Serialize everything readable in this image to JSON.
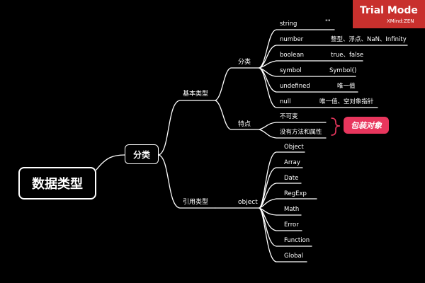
{
  "root": {
    "label": "数据类型"
  },
  "main": {
    "label": "分类"
  },
  "branches": {
    "basic": "基本类型",
    "reference": "引用类型"
  },
  "basic": {
    "category_label": "分类",
    "feature_label": "特点",
    "types": [
      {
        "name": "string",
        "value": "\"\""
      },
      {
        "name": "number",
        "value": "整型、浮点、NaN、Infinity"
      },
      {
        "name": "boolean",
        "value": "true、false"
      },
      {
        "name": "symbol",
        "value": "Symbol()"
      },
      {
        "name": "undefined",
        "value": "唯一值"
      },
      {
        "name": "null",
        "value": "唯一值、空对象指针"
      }
    ],
    "features": [
      "不可变",
      "没有方法和属性"
    ],
    "callout": "包装对象"
  },
  "reference": {
    "node": "object",
    "items": [
      "Object",
      "Array",
      "Date",
      "RegExp",
      "Math",
      "Error",
      "Function",
      "Global"
    ]
  },
  "watermark": {
    "title": "Trial Mode",
    "subtitle": "XMind:ZEN"
  },
  "colors": {
    "background": "#000000",
    "line": "#ffffff",
    "callout": "#e8365d",
    "watermark": "#c8302d"
  }
}
